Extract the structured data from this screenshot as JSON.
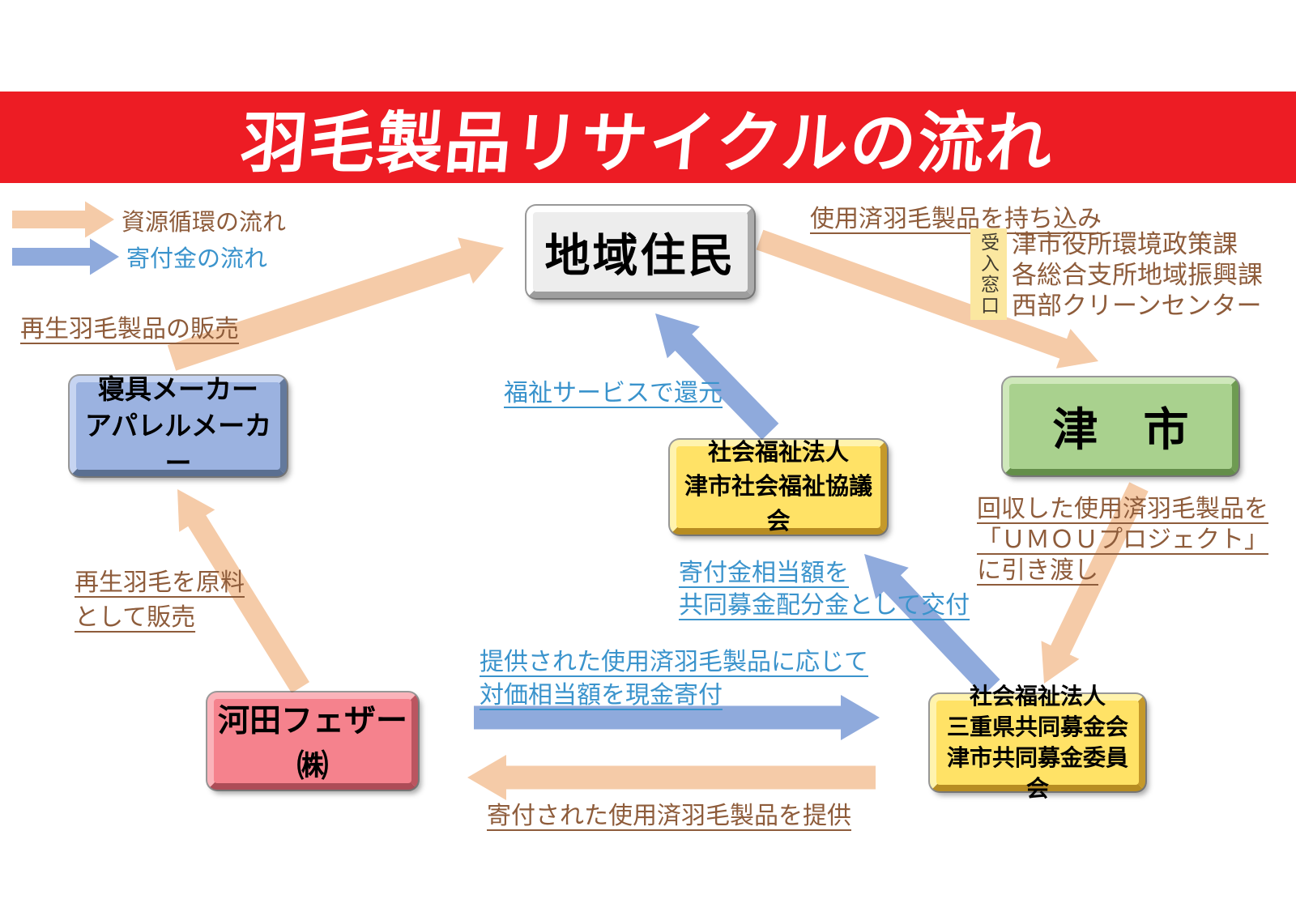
{
  "title": "羽毛製品リサイクルの流れ",
  "colors": {
    "banner": "#ED1C24",
    "resource_flow": "#F5CBA8",
    "donation_flow": "#8FAADC",
    "resource_text": "#8E5C3B",
    "donation_text": "#3A93CC",
    "node_gray": "#EDEDED",
    "node_green": "#A9D18E",
    "node_blue": "#9BB2E0",
    "node_yellow": "#FFE266",
    "node_pink": "#F5828D",
    "reception_tag_bg": "#FBE7A0"
  },
  "legend": {
    "resource": "資源循環の流れ",
    "donation": "寄付金の流れ"
  },
  "nodes": {
    "residents": "地域住民",
    "city": "津　市",
    "makers": [
      "寝具メーカー",
      "アパレルメーカー"
    ],
    "shakyo": [
      "社会福祉法人",
      "津市社会福祉協議会"
    ],
    "kawada": "河田フェザー㈱",
    "bokin": [
      "社会福祉法人",
      "三重県共同募金会",
      "津市共同募金委員会"
    ]
  },
  "labels": {
    "bring_in": "使用済羽毛製品を持ち込み",
    "reception_tag": "受入窓口",
    "reception_list": [
      "津市役所環境政策課",
      "各総合支所地域振興課",
      "西部クリーンセンター"
    ],
    "welfare_return": "福祉サービスで還元",
    "handover": [
      "回収した使用済羽毛製品を",
      "「ＵＭＯＵプロジェクト」",
      "に引き渡し"
    ],
    "grant": [
      "寄付金相当額を",
      "共同募金配分金として交付"
    ],
    "cash_donation": [
      "提供された使用済羽毛製品に応じて",
      "対価相当額を現金寄付"
    ],
    "provide": "寄付された使用済羽毛製品を提供",
    "raw_material": [
      "再生羽毛を原料",
      "として販売"
    ],
    "recycled_sales": "再生羽毛製品の販売"
  }
}
